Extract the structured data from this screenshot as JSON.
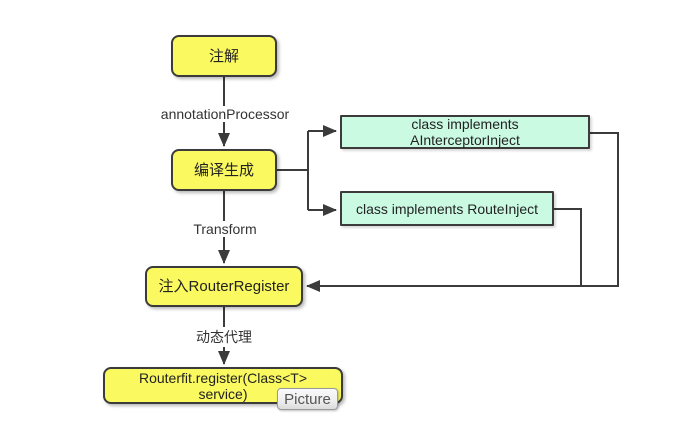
{
  "diagram": {
    "nodes": {
      "annotation": {
        "label": "注解"
      },
      "compile": {
        "label": "编译生成"
      },
      "interceptor": {
        "label_line1": "class implements",
        "label_line2": "AInterceptorInject"
      },
      "route": {
        "label": "class implements RouteInject"
      },
      "register": {
        "label": "注入RouterRegister"
      },
      "routerfit": {
        "label_line1": "Routerfit.register(Class<T>",
        "label_line2": "service)"
      }
    },
    "edge_labels": {
      "annotation_processor": "annotationProcessor",
      "transform": "Transform",
      "dynamic_proxy": "动态代理"
    },
    "badge": {
      "label": "Picture"
    },
    "colors": {
      "node_yellow": "#FAF95F",
      "node_mint": "#CBFAE3",
      "border": "#3B3B3B",
      "line": "#3B3B3B",
      "badge_bg": "#EFEFEF",
      "badge_border": "#999999",
      "badge_text": "#555555"
    }
  }
}
